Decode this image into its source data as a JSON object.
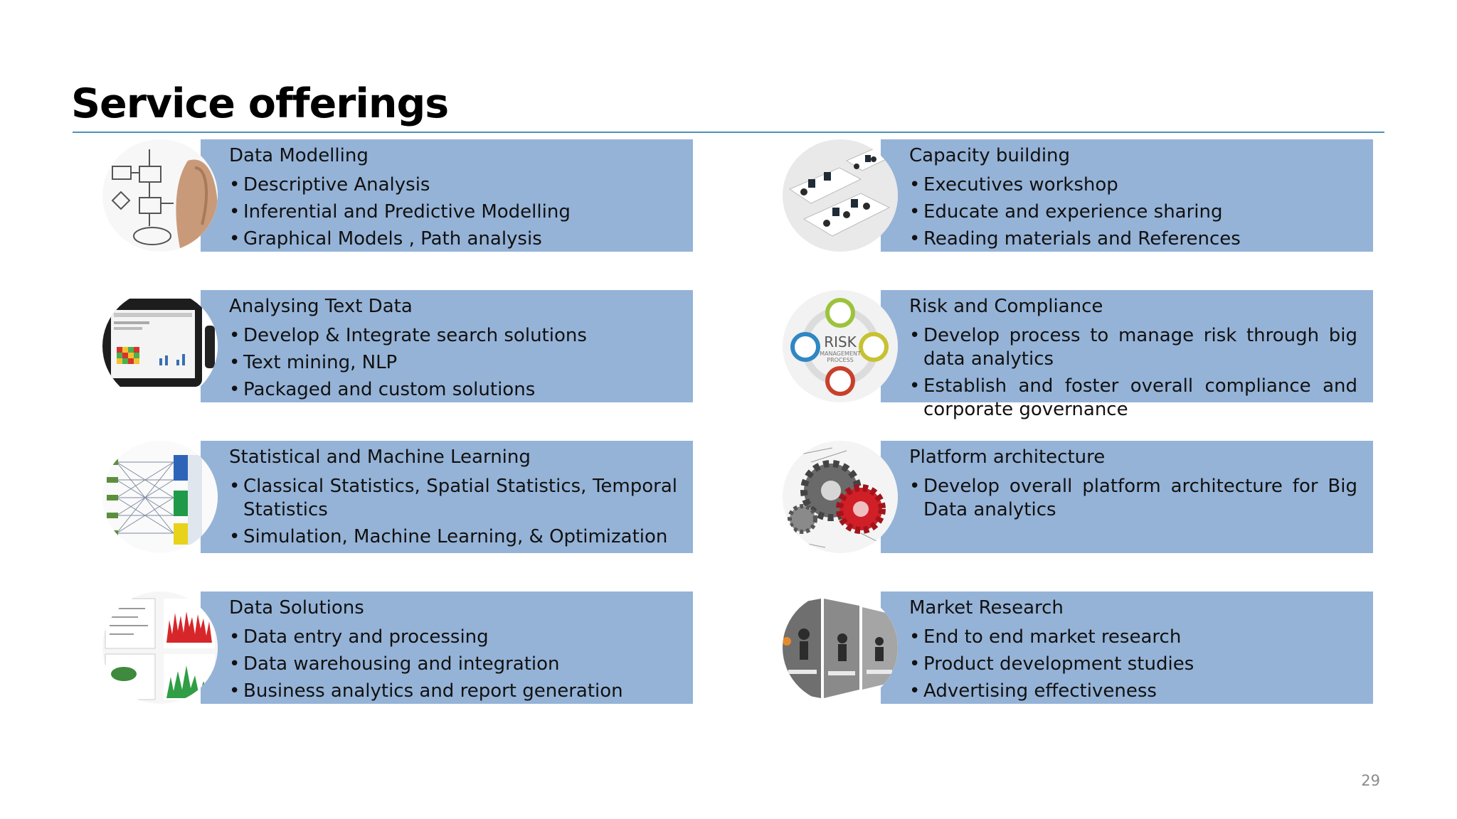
{
  "slide": {
    "title": "Service offerings",
    "page_number": "29",
    "accent_color": "#95b3d7",
    "rule_color": "#4f93b8"
  },
  "services": [
    {
      "heading": "Data Modelling",
      "bullets": [
        "Descriptive Analysis",
        "Inferential and Predictive Modelling",
        "Graphical Models , Path analysis"
      ],
      "image": "flowchart-diagram-icon"
    },
    {
      "heading": "Analysing Text Data",
      "bullets": [
        "Develop & Integrate search solutions",
        "Text mining, NLP",
        "Packaged and custom solutions"
      ],
      "image": "tablet-dashboard-icon"
    },
    {
      "heading": "Statistical and Machine Learning",
      "bullets": [
        "Classical Statistics, Spatial Statistics, Temporal Statistics",
        "Simulation, Machine Learning, & Optimization"
      ],
      "image": "network-graph-icon"
    },
    {
      "heading": "Data Solutions",
      "bullets": [
        "Data entry and processing",
        "Data warehousing and integration",
        "Business analytics and report generation"
      ],
      "image": "analytics-charts-icon"
    },
    {
      "heading": "Capacity building",
      "bullets": [
        "Executives workshop",
        "Educate and experience sharing",
        "Reading materials and References"
      ],
      "image": "office-workstations-icon"
    },
    {
      "heading": "Risk and Compliance",
      "bullets": [
        "Develop process to manage risk through big data analytics",
        "Establish and foster overall compliance and corporate governance"
      ],
      "image": "risk-cycle-icon",
      "image_text": [
        "RISK",
        "MANAGEMENT",
        "PROCESS"
      ]
    },
    {
      "heading": "Platform architecture",
      "bullets": [
        "Develop overall platform architecture for Big Data analytics"
      ],
      "image": "gears-icon"
    },
    {
      "heading": "Market Research",
      "bullets": [
        "End to end market research",
        "Product development studies",
        "Advertising effectiveness"
      ],
      "image": "research-process-icon"
    }
  ]
}
